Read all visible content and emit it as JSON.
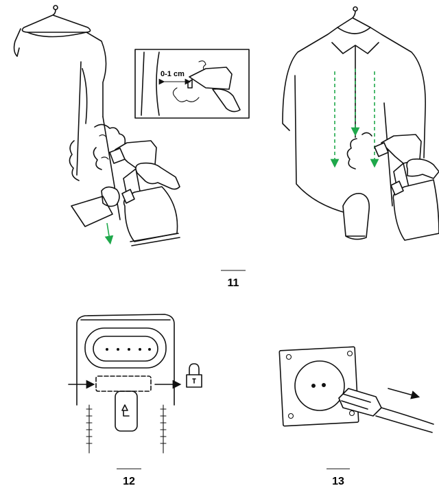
{
  "steps": [
    {
      "number": "11"
    },
    {
      "number": "12"
    },
    {
      "number": "13"
    }
  ],
  "distance_label": "0-1 cm",
  "colors": {
    "accent_green": "#1fa84b",
    "line": "#111111"
  },
  "icons": [
    "hanger-icon",
    "steam-cloud-icon",
    "padlock-icon",
    "wall-socket-icon",
    "power-plug-icon"
  ]
}
